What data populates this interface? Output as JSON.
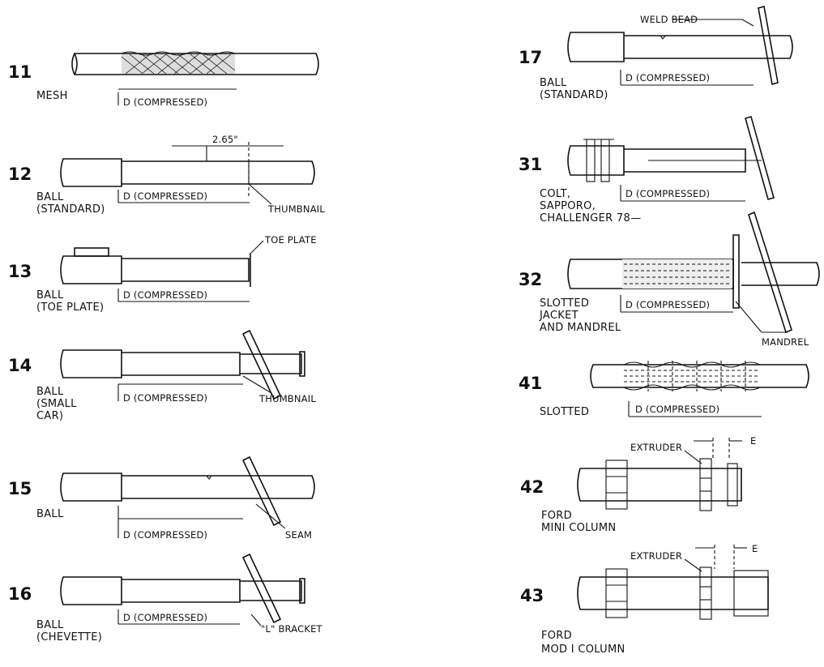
{
  "items": [
    {
      "number": "11",
      "label": [
        "MESH"
      ],
      "dim": "D (COMPRESSED)"
    },
    {
      "number": "12",
      "label": [
        "BALL",
        "(STANDARD)"
      ],
      "dim": "D (COMPRESSED)",
      "top": "2.65\"",
      "callout": "THUMBNAIL"
    },
    {
      "number": "13",
      "label": [
        "BALL",
        "(TOE PLATE)"
      ],
      "dim": "D (COMPRESSED)",
      "callout": "TOE PLATE"
    },
    {
      "number": "14",
      "label": [
        "BALL",
        "(SMALL",
        "CAR)"
      ],
      "dim": "D (COMPRESSED)",
      "callout": "THUMBNAIL"
    },
    {
      "number": "15",
      "label": [
        "BALL"
      ],
      "dim": "D (COMPRESSED)",
      "callout": "SEAM"
    },
    {
      "number": "16",
      "label": [
        "BALL",
        "(CHEVETTE)"
      ],
      "dim": "D (COMPRESSED)",
      "callout": "\"L\" BRACKET"
    },
    {
      "number": "17",
      "label": [
        "BALL",
        "(STANDARD)"
      ],
      "dim": "D (COMPRESSED)",
      "callout": "WELD BEAD"
    },
    {
      "number": "31",
      "label": [
        "COLT,",
        "SAPPORO,",
        "CHALLENGER 78—"
      ],
      "dim": "D (COMPRESSED)"
    },
    {
      "number": "32",
      "label": [
        "SLOTTED",
        "JACKET",
        "AND MANDREL"
      ],
      "dim": "D (COMPRESSED)",
      "callout": "MANDREL"
    },
    {
      "number": "41",
      "label": [
        "SLOTTED"
      ],
      "dim": "D (COMPRESSED)"
    },
    {
      "number": "42",
      "label": [
        "FORD",
        "MINI COLUMN"
      ],
      "callout": "EXTRUDER",
      "side": "E"
    },
    {
      "number": "43",
      "label": [
        "FORD",
        "MOD I COLUMN"
      ],
      "callout": "EXTRUDER",
      "side": "E"
    }
  ]
}
